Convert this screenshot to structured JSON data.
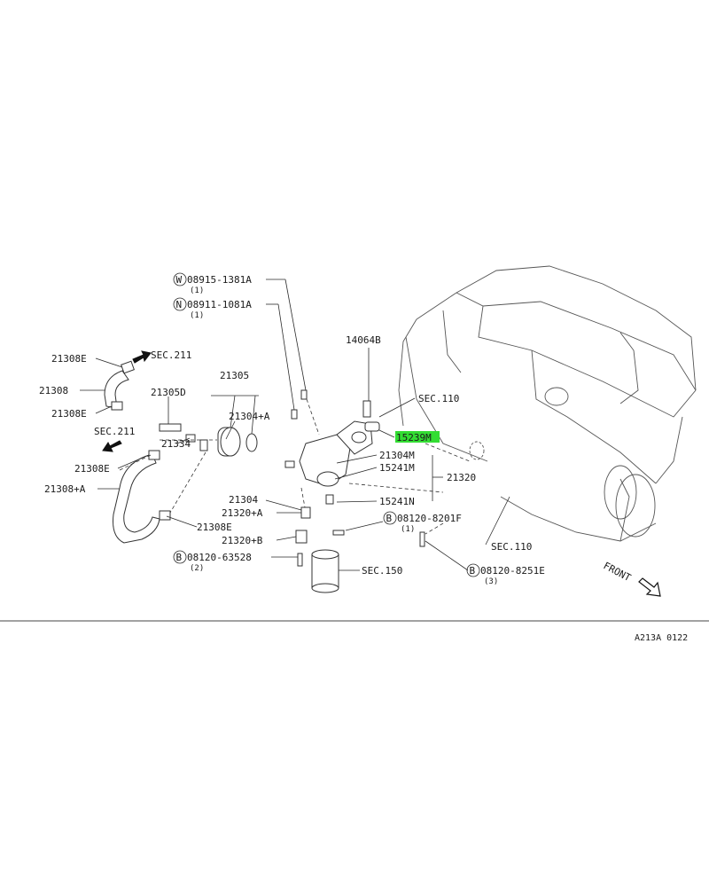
{
  "labels": {
    "l_21308E_top": "21308E",
    "l_sec211_top": "SEC.211",
    "l_21308": "21308",
    "l_21308E_mid": "21308E",
    "l_sec211_mid": "SEC.211",
    "l_21308E_low": "21308E",
    "l_21308A": "21308+A",
    "l_21308E_bot": "21308E",
    "l_21305": "21305",
    "l_21305D": "21305D",
    "l_21304A": "21304+A",
    "l_21334": "21334",
    "l_21304": "21304",
    "l_21320A": "21320+A",
    "l_21320B": "21320+B",
    "l_w_part": "08915-1381A",
    "l_w_qty": "(1)",
    "l_n_part": "08911-1081A",
    "l_n_qty": "(1)",
    "l_b1_part": "08120-63528",
    "l_b1_qty": "(2)",
    "l_14064B": "14064B",
    "l_sec110_top": "SEC.110",
    "l_15239M": "15239M",
    "l_21304M": "21304M",
    "l_15241M": "15241M",
    "l_21320": "21320",
    "l_15241N": "15241N",
    "l_b2_part": "08120-8201F",
    "l_b2_qty": "(1)",
    "l_b3_part": "08120-8251E",
    "l_b3_qty": "(3)",
    "l_sec150": "SEC.150",
    "l_sec110_bot": "SEC.110",
    "l_front": "FRONT",
    "l_code": "A213A 0122"
  },
  "symbols": {
    "w": "W",
    "n": "N",
    "b": "B"
  },
  "colors": {
    "highlight": "#33dd33",
    "line": "#2a2a2a"
  }
}
